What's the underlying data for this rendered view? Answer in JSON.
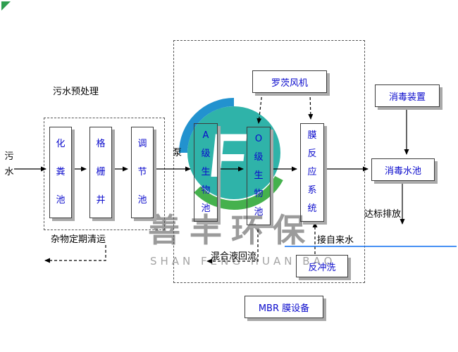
{
  "diagram": {
    "flow_labels": {
      "influent": "污水",
      "pretreatment_title": "污水预处理",
      "pump": "泵",
      "debris_removal": "杂物定期清运",
      "mixed_liquor_return": "混合液回流",
      "tap_water_inlet": "接自来水",
      "standard_discharge": "达标排放"
    },
    "tanks": {
      "septic_tank": "化粪池",
      "bar_screen_well": "格栅井",
      "equalization_tank": "调节池",
      "a_level_bio_tank": "A级生物池",
      "o_level_bio_tank": "O级生物池",
      "membrane_reactor_system": "膜反应系统"
    },
    "equipment": {
      "roots_blower": "罗茨风机",
      "disinfection_device": "消毒装置",
      "disinfection_tank": "消毒水池",
      "backwash": "反冲洗",
      "mbr_membrane_equipment": "MBR 膜设备"
    },
    "watermark": {
      "logo_letter": "F",
      "brand_cn": "善丰环保",
      "brand_en": "SHAN FENG HUAN BAO"
    },
    "colors": {
      "box_text_blue": "#0a0acc",
      "flow_line_black": "#000000",
      "tap_water_line_blue": "#0a6cf0",
      "watermark_gray": "#9b9b9b",
      "logo_teal": "#2fb3a9",
      "logo_green": "#45b14d",
      "logo_blue": "#2292cf",
      "box_shadow_gray": "#a9a9a9"
    }
  }
}
